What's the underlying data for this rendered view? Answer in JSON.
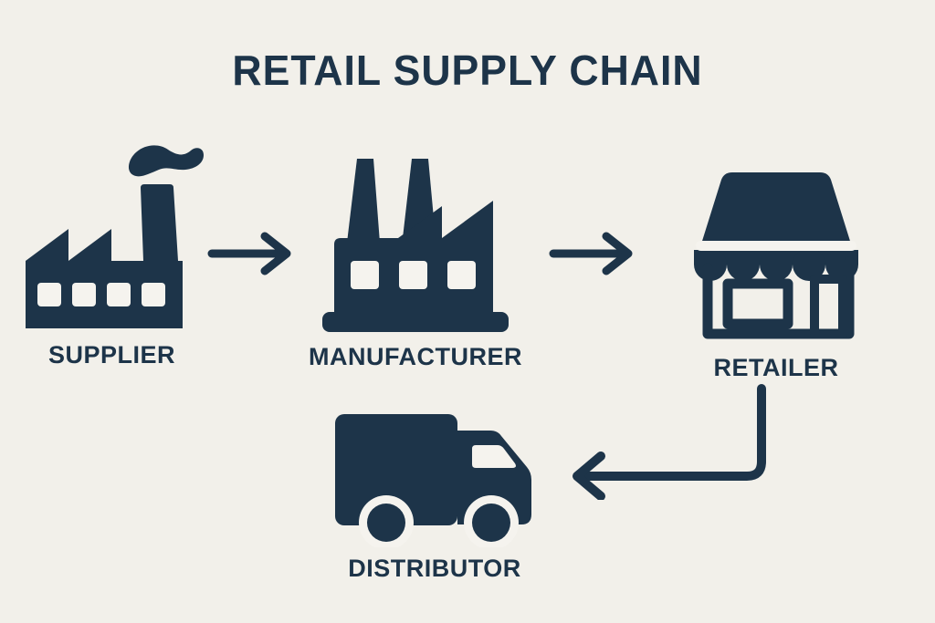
{
  "title": "RETAIL SUPPLY CHAIN",
  "colors": {
    "ink": "#1d3449",
    "background": "#f2f0ea",
    "cutout": "#f5f3ee"
  },
  "nodes": [
    {
      "id": "supplier",
      "label": "SUPPLIER",
      "icon": "factory-smoke-icon"
    },
    {
      "id": "manufacturer",
      "label": "MANUFACTURER",
      "icon": "factory-icon"
    },
    {
      "id": "retailer",
      "label": "RETAILER",
      "icon": "storefront-icon"
    },
    {
      "id": "distributor",
      "label": "DISTRIBUTOR",
      "icon": "delivery-truck-icon"
    }
  ],
  "connections": [
    {
      "from": "supplier",
      "to": "manufacturer",
      "type": "arrow-right"
    },
    {
      "from": "manufacturer",
      "to": "retailer",
      "type": "arrow-right"
    },
    {
      "from": "retailer",
      "to": "distributor",
      "type": "arrow-elbow-down-left"
    }
  ]
}
